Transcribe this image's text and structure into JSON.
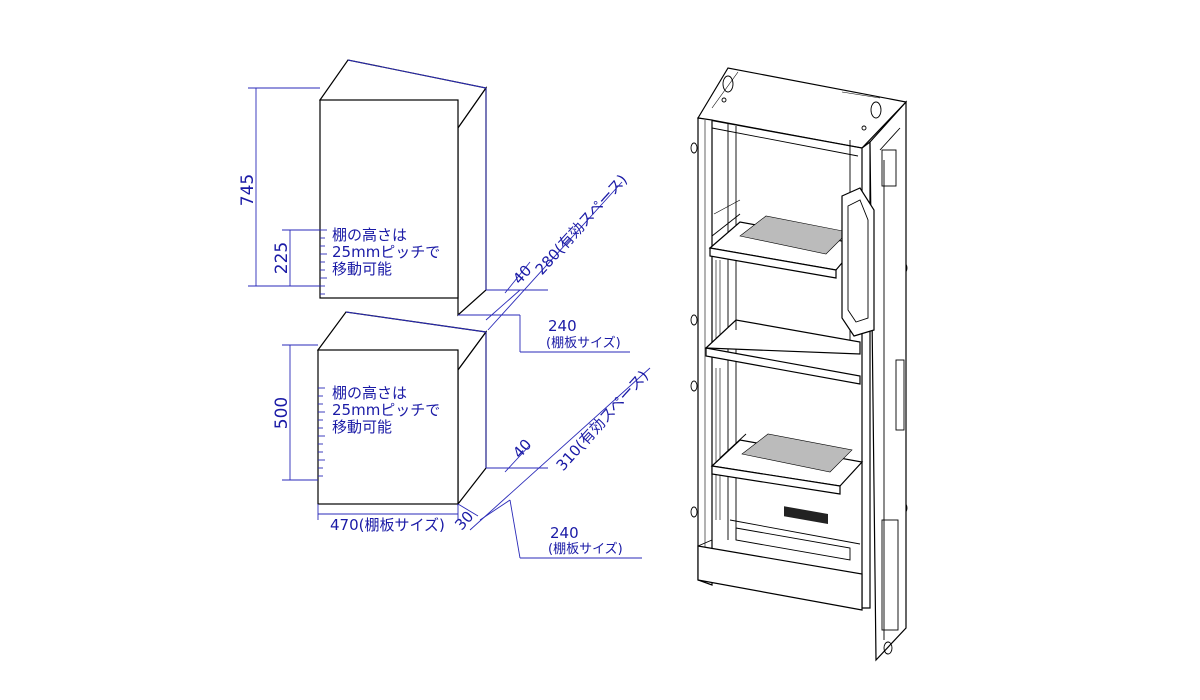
{
  "upper": {
    "height": "745",
    "pitch_height": "225",
    "note_lines": [
      "棚の高さは",
      "25mmピッチで",
      "移動可能"
    ],
    "depth_space": "280(有効スペース)",
    "depth_offset": "40",
    "shelf_width": "240",
    "shelf_label": "(棚板サイズ)"
  },
  "lower": {
    "height": "500",
    "note_lines": [
      "棚の高さは",
      "25mmピッチで",
      "移動可能"
    ],
    "depth_space": "310(有効スペース)",
    "depth_offset": "40",
    "shelf_width": "240",
    "shelf_label": "(棚板サイズ)",
    "width": "470(棚板サイズ)",
    "front_offset": "30"
  }
}
